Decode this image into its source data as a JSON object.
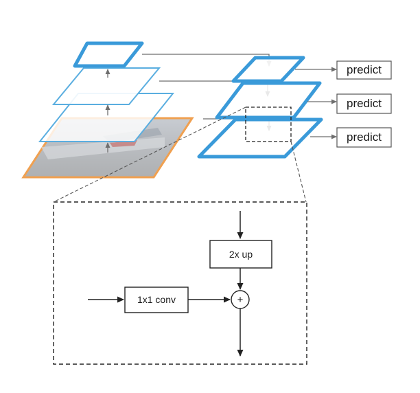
{
  "outputs": {
    "predict_top": "predict",
    "predict_middle": "predict",
    "predict_bottom": "predict"
  },
  "detail": {
    "upsample_label": "2x up",
    "lateral_label": "1x1 conv",
    "merge_symbol": "+"
  },
  "colors": {
    "pyramid_outline": "#5aaee0",
    "feature_map_outline": "#3a9ad9",
    "image_outline": "#f0a050",
    "line": "#222222",
    "arrow_gray": "#6e6e6e"
  }
}
